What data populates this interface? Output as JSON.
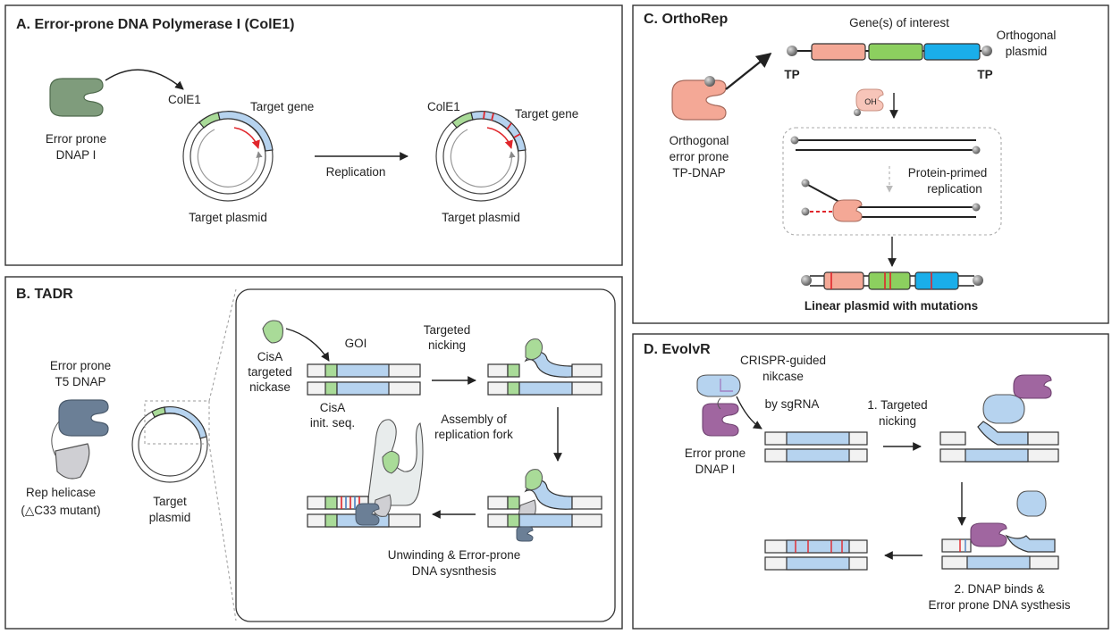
{
  "panelA": {
    "title": "A. Error-prone DNA Polymerase I (ColE1)",
    "enzyme_line1": "Error prone",
    "enzyme_line2": "DNAP I",
    "cole1_left": "ColE1",
    "target_gene_left": "Target gene",
    "plasmid_left": "Target plasmid",
    "replication": "Replication",
    "cole1_right": "ColE1",
    "target_gene_right": "Target gene",
    "plasmid_right": "Target plasmid"
  },
  "panelB": {
    "title": "B. TADR",
    "enzyme_line1": "Error prone",
    "enzyme_line2": "T5 DNAP",
    "helicase_line1": "Rep helicase",
    "helicase_line2": "(△C33 mutant)",
    "plasmid_line1": "Target",
    "plasmid_line2": "plasmid",
    "cisa_line1": "CisA",
    "cisa_line2": "targeted",
    "cisa_line3": "nickase",
    "goi": "GOI",
    "cisa_seq_line1": "CisA",
    "cisa_seq_line2": "init. seq.",
    "nicking_line1": "Targeted",
    "nicking_line2": "nicking",
    "fork_line1": "Assembly of",
    "fork_line2": "replication fork",
    "unwind_line1": "Unwinding & Error-prone",
    "unwind_line2": "DNA sysnthesis"
  },
  "panelC": {
    "title": "C. OrthoRep",
    "genes": "Gene(s) of interest",
    "plasmid_line1": "Orthogonal",
    "plasmid_line2": "plasmid",
    "tp_left": "TP",
    "tp_right": "TP",
    "oh": "OH",
    "enzyme_line1": "Orthogonal",
    "enzyme_line2": "error prone",
    "enzyme_line3": "TP-DNAP",
    "primed_line1": "Protein-primed",
    "primed_line2": "replication",
    "result": "Linear plasmid with mutations"
  },
  "panelD": {
    "title": "D. EvolvR",
    "nickase_line1": "CRISPR-guided",
    "nickase_line2": "nikcase",
    "sgrna": "by sgRNA",
    "step1_line1": "1. Targeted",
    "step1_line2": "nicking",
    "enzyme_line1": "Error prone",
    "enzyme_line2": "DNAP I",
    "step2_line1": "2. DNAP binds &",
    "step2_line2": "Error prone DNA systhesis"
  },
  "colors": {
    "dnap_green": "#7f9c7c",
    "t5_blue": "#6b7f96",
    "helicase_gray": "#cfcfd3",
    "cisa_green": "#a9db98",
    "tp_dnap_salmon": "#f4a896",
    "crispr_blue": "#b6d3ef",
    "dnap_purple": "#a066a0",
    "gene_salmon": "#f4a896",
    "gene_green": "#8ccf5f",
    "gene_blue": "#1aaeea",
    "mutation_red": "#e0262b"
  }
}
